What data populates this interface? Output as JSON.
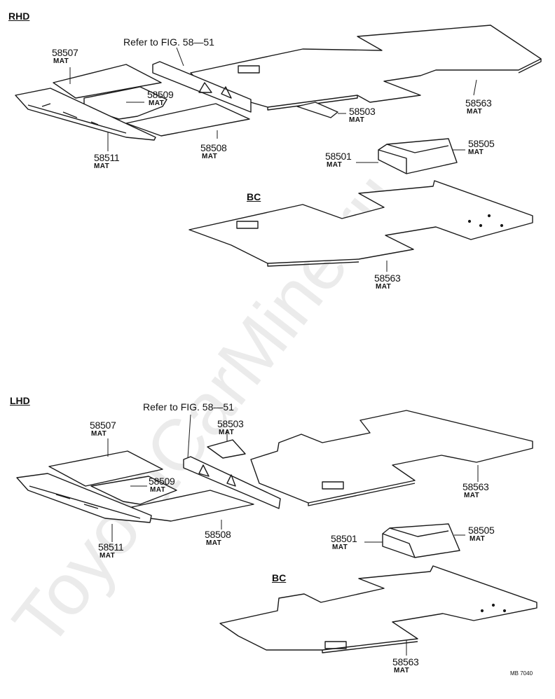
{
  "sections": {
    "rhd": "RHD",
    "lhd": "LHD",
    "bc_top": "BC",
    "bc_bottom": "BC"
  },
  "refs": {
    "rhd": "Refer to FIG. 58—51",
    "lhd": "Refer to FIG. 58—51"
  },
  "parts": {
    "rhd": {
      "p58507": {
        "num": "58507",
        "name": "MAT"
      },
      "p58509": {
        "num": "58509",
        "name": "MAT"
      },
      "p58508": {
        "num": "58508",
        "name": "MAT"
      },
      "p58511": {
        "num": "58511",
        "name": "MAT"
      },
      "p58503": {
        "num": "58503",
        "name": "MAT"
      },
      "p58563": {
        "num": "58563",
        "name": "MAT"
      },
      "p58501": {
        "num": "58501",
        "name": "MAT"
      },
      "p58505": {
        "num": "58505",
        "name": "MAT"
      },
      "p58563bc": {
        "num": "58563",
        "name": "MAT"
      }
    },
    "lhd": {
      "p58507": {
        "num": "58507",
        "name": "MAT"
      },
      "p58509": {
        "num": "58509",
        "name": "MAT"
      },
      "p58508": {
        "num": "58508",
        "name": "MAT"
      },
      "p58511": {
        "num": "58511",
        "name": "MAT"
      },
      "p58503": {
        "num": "58503",
        "name": "MAT"
      },
      "p58563": {
        "num": "58563",
        "name": "MAT"
      },
      "p58501": {
        "num": "58501",
        "name": "MAT"
      },
      "p58505": {
        "num": "58505",
        "name": "MAT"
      },
      "p58563bc": {
        "num": "58563",
        "name": "MAT"
      }
    }
  },
  "drawing_code": "MB 7040",
  "watermark": "ToyotaCarMine.ru",
  "colors": {
    "line": "#1a1a1a",
    "watermark": "#dcdcdc",
    "background": "#ffffff"
  }
}
